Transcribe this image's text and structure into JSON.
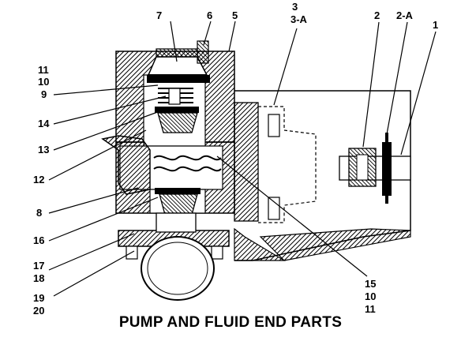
{
  "title": "PUMP AND FLUID END PARTS",
  "callouts": {
    "c1": "1",
    "c2": "2",
    "c2a": "2-A",
    "c3": "3",
    "c3a": "3-A",
    "c5": "5",
    "c6": "6",
    "c7": "7",
    "c11a": "11",
    "c10a": "10",
    "c9": "9",
    "c14": "14",
    "c13": "13",
    "c12": "12",
    "c8": "8",
    "c16": "16",
    "c17": "17",
    "c18": "18",
    "c19": "19",
    "c20": "20",
    "c15": "15",
    "c10b": "10",
    "c11b": "11"
  }
}
